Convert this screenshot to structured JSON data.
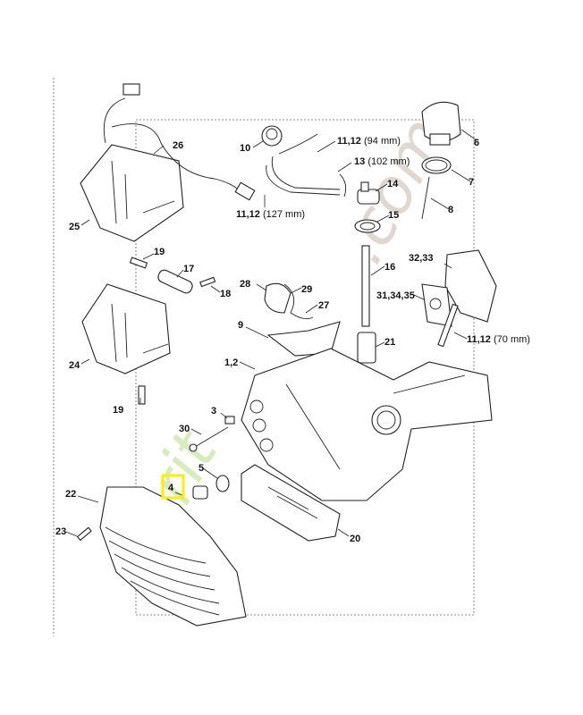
{
  "diagram": {
    "title": "Exploded parts diagram",
    "highlighted_callout": "4",
    "highlight_color": "#ffee00",
    "callouts": [
      {
        "id": "26",
        "label": "26"
      },
      {
        "id": "10",
        "label": "10"
      },
      {
        "id": "11_12_94",
        "label": "11,12",
        "note": "(94 mm)"
      },
      {
        "id": "13",
        "label": "13",
        "note": "(102 mm)"
      },
      {
        "id": "6",
        "label": "6"
      },
      {
        "id": "7",
        "label": "7"
      },
      {
        "id": "14",
        "label": "14"
      },
      {
        "id": "8",
        "label": "8"
      },
      {
        "id": "15",
        "label": "15"
      },
      {
        "id": "11_12_127",
        "label": "11,12",
        "note": "(127 mm)"
      },
      {
        "id": "25",
        "label": "25"
      },
      {
        "id": "19a",
        "label": "19"
      },
      {
        "id": "17",
        "label": "17"
      },
      {
        "id": "18",
        "label": "18"
      },
      {
        "id": "16",
        "label": "16"
      },
      {
        "id": "32_33",
        "label": "32,33"
      },
      {
        "id": "28",
        "label": "28"
      },
      {
        "id": "29",
        "label": "29"
      },
      {
        "id": "31_34_35",
        "label": "31,34,35"
      },
      {
        "id": "27",
        "label": "27"
      },
      {
        "id": "9",
        "label": "9"
      },
      {
        "id": "21",
        "label": "21"
      },
      {
        "id": "11_12_70",
        "label": "11,12",
        "note": "(70 mm)"
      },
      {
        "id": "24",
        "label": "24"
      },
      {
        "id": "1_2",
        "label": "1,2"
      },
      {
        "id": "19b",
        "label": "19"
      },
      {
        "id": "3",
        "label": "3"
      },
      {
        "id": "30",
        "label": "30"
      },
      {
        "id": "5",
        "label": "5"
      },
      {
        "id": "4",
        "label": "4"
      },
      {
        "id": "22",
        "label": "22"
      },
      {
        "id": "23",
        "label": "23"
      },
      {
        "id": "20",
        "label": "20"
      }
    ],
    "watermark": "ecrit-jardin.com"
  }
}
